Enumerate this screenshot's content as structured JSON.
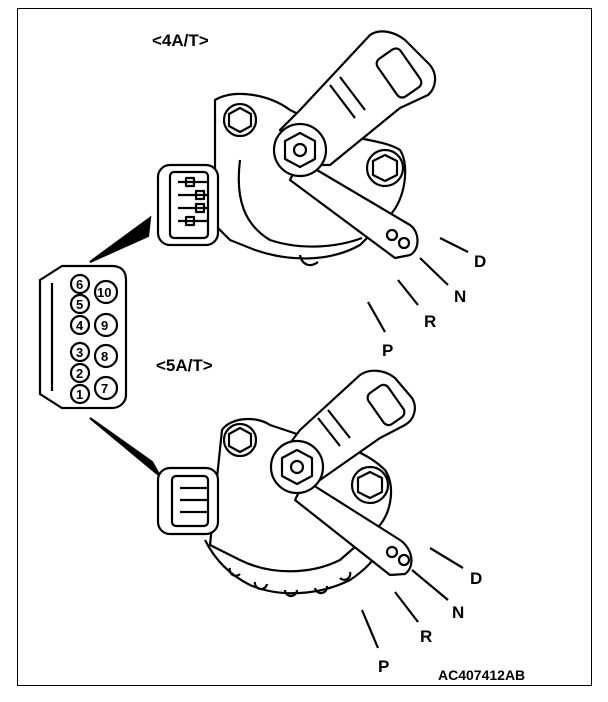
{
  "diagram": {
    "section_top_title": "<4A/T>",
    "section_bottom_title": "<5A/T>",
    "figure_code": "AC407412AB",
    "positions_top": [
      "D",
      "N",
      "R",
      "P"
    ],
    "positions_bottom": [
      "D",
      "N",
      "R",
      "P"
    ],
    "connector_pins_left": [
      "6",
      "5",
      "4",
      "3",
      "2",
      "1"
    ],
    "connector_pins_right": [
      "10",
      "9",
      "8",
      "7"
    ],
    "line_color": "#000000",
    "background_color": "#ffffff"
  }
}
